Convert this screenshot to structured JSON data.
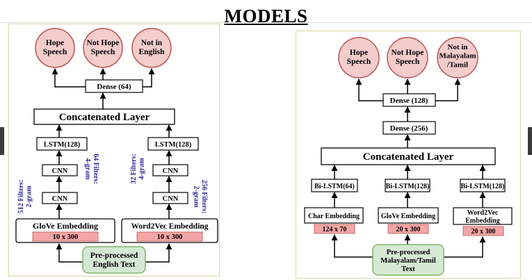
{
  "title": "MODELS",
  "left": {
    "outputs": [
      "Hope\nSpeech",
      "Not Hope\nSpeech",
      "Not in\nEnglish"
    ],
    "dense": "Dense (64)",
    "concat": "Concatenated Layer",
    "lstm1": "LSTM(128)",
    "lstm2": "LSTM(128)",
    "cnn": "CNN",
    "filters_a": "512 Filters:\n2-gram",
    "filters_b": "64 Filters:\n4-gram",
    "filters_c": "32 Filters:\n4-gram",
    "filters_d": "256 Filters:\n2-gram",
    "embed1": "GloVe Embedding",
    "embed1_dim": "10 x 300",
    "embed2": "Word2Vec Embedding",
    "embed2_dim": "10 x 300",
    "input": "Pre-processed\nEnglish Text"
  },
  "right": {
    "outputs": [
      "Hope\nSpeech",
      "Not Hope\nSpeech",
      "Not in\nMalayalam\n/Tamil"
    ],
    "dense1": "Dense (128)",
    "dense2": "Dense (256)",
    "concat": "Concatenated Layer",
    "bilstm1": "Bi-LSTM(64)",
    "bilstm2": "Bi-LSTM(128)",
    "bilstm3": "Bi-LSTM(128)",
    "embed1": "Char Embedding",
    "embed1_dim": "124 x 70",
    "embed2": "GloVe Embedding",
    "embed2_dim": "20 x 300",
    "embed3": "Word2Vec\nEmbedding",
    "embed3_dim": "20 x 300",
    "input": "Pre-processed\nMalayalam/Tamil\nText"
  },
  "colors": {
    "output_fill": "#f4cccc",
    "output_stroke": "#b85450",
    "input_fill": "#d5e8d4",
    "input_stroke": "#82b366",
    "dim_fill": "#f4a6a6",
    "filter_text": "#1f1f8f"
  }
}
